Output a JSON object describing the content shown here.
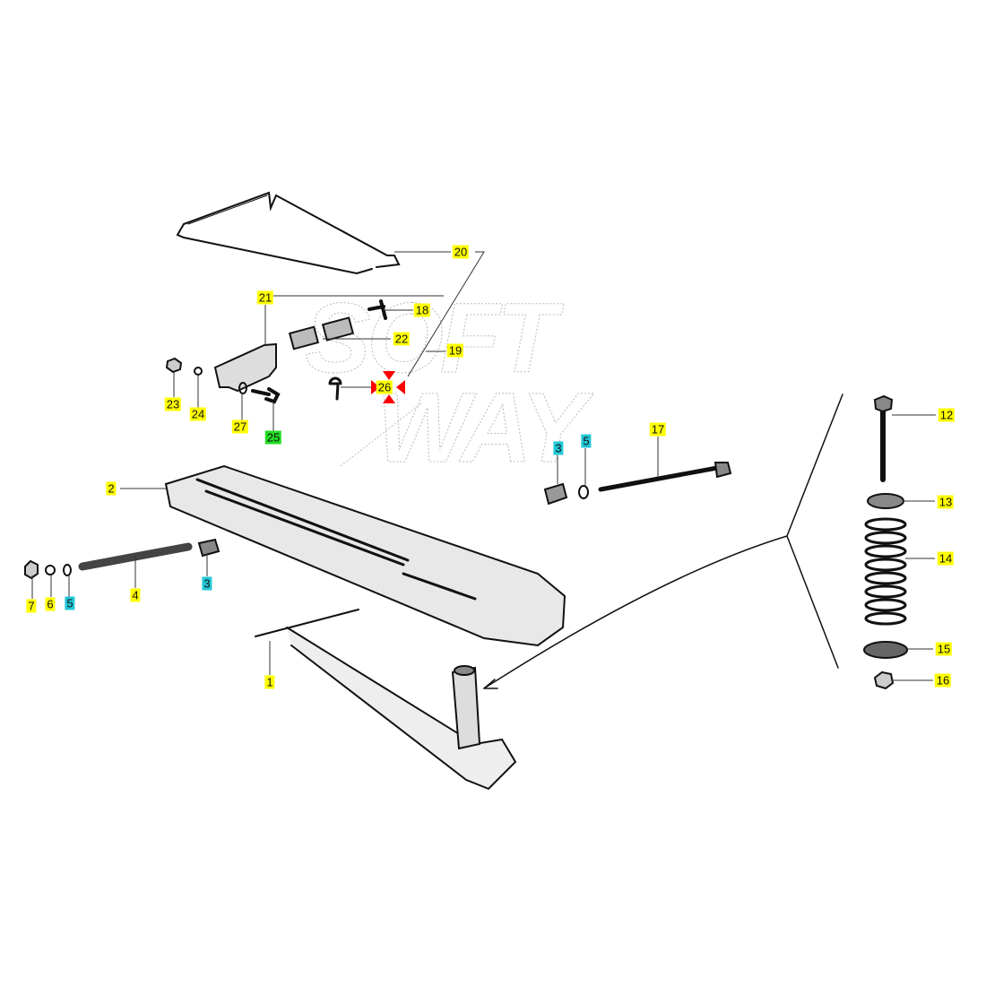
{
  "title": "Exploded parts diagram - footrest / seat bracket assembly",
  "watermark": "SOFT WAY",
  "colors": {
    "yellow_tag": "#ffff00",
    "cyan_tag": "#22c8d8",
    "green_tag": "#22dd22",
    "highlight_arrows": "#ff0000"
  },
  "callouts": [
    {
      "id": "c20",
      "number": "20",
      "tag": "yellow"
    },
    {
      "id": "c21",
      "number": "21",
      "tag": "yellow"
    },
    {
      "id": "c18",
      "number": "18",
      "tag": "yellow"
    },
    {
      "id": "c22",
      "number": "22",
      "tag": "yellow"
    },
    {
      "id": "c19",
      "number": "19",
      "tag": "yellow"
    },
    {
      "id": "c26",
      "number": "26",
      "tag": "yellow",
      "highlighted": true
    },
    {
      "id": "c23",
      "number": "23",
      "tag": "yellow"
    },
    {
      "id": "c24",
      "number": "24",
      "tag": "yellow"
    },
    {
      "id": "c27",
      "number": "27",
      "tag": "yellow"
    },
    {
      "id": "c25",
      "number": "25",
      "tag": "green"
    },
    {
      "id": "c3a",
      "number": "3",
      "tag": "cyan"
    },
    {
      "id": "c5a",
      "number": "5",
      "tag": "cyan"
    },
    {
      "id": "c17",
      "number": "17",
      "tag": "yellow"
    },
    {
      "id": "c12",
      "number": "12",
      "tag": "yellow"
    },
    {
      "id": "c13",
      "number": "13",
      "tag": "yellow"
    },
    {
      "id": "c14",
      "number": "14",
      "tag": "yellow"
    },
    {
      "id": "c15",
      "number": "15",
      "tag": "yellow"
    },
    {
      "id": "c16",
      "number": "16",
      "tag": "yellow"
    },
    {
      "id": "c2",
      "number": "2",
      "tag": "yellow"
    },
    {
      "id": "c4",
      "number": "4",
      "tag": "yellow"
    },
    {
      "id": "c3b",
      "number": "3",
      "tag": "cyan"
    },
    {
      "id": "c7",
      "number": "7",
      "tag": "yellow"
    },
    {
      "id": "c6",
      "number": "6",
      "tag": "yellow"
    },
    {
      "id": "c5b",
      "number": "5",
      "tag": "cyan"
    },
    {
      "id": "c1",
      "number": "1",
      "tag": "yellow"
    }
  ]
}
